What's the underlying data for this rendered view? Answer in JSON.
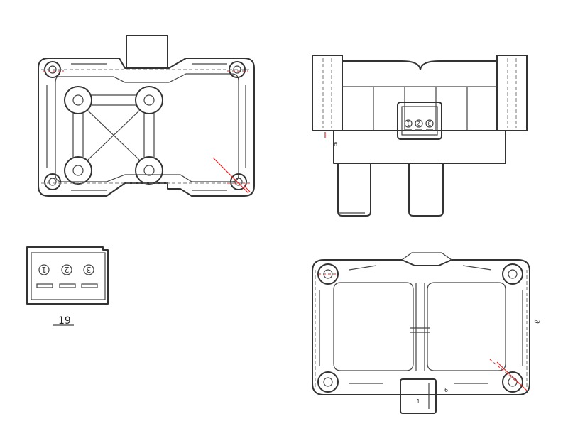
{
  "connector_pin_labels": [
    "1",
    "2",
    "3"
  ],
  "connector_dimension": "19",
  "side_view_dimension": "6",
  "bottom_view_dimension": "6",
  "bottom_view_pin": "1",
  "colors": {
    "line": "#333333",
    "accent": "#d03030"
  }
}
